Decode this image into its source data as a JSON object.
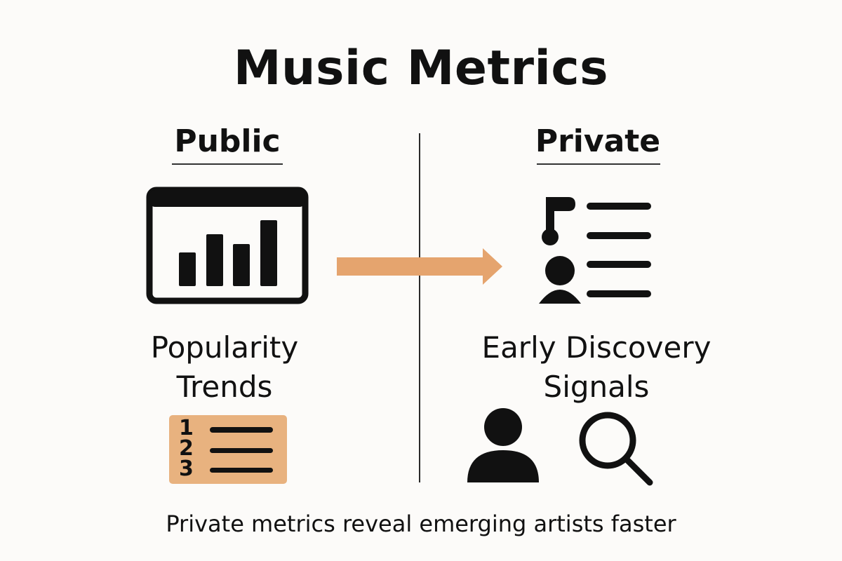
{
  "title": "Music Metrics",
  "columns": {
    "public": {
      "heading": "Public",
      "label_line1": "Popularity",
      "label_line2": "Trends",
      "main_icon": "bar-chart-window-icon",
      "sub_icon": "ranked-list-icon",
      "ranked_list": [
        "1",
        "2",
        "3"
      ]
    },
    "private": {
      "heading": "Private",
      "label_line1": "Early Discovery",
      "label_line2": "Signals",
      "main_icon": "music-listener-list-icon",
      "sub_icons": [
        "user-icon",
        "search-icon"
      ]
    }
  },
  "connector": {
    "icon": "arrow-right-icon",
    "color": "#e5a46e"
  },
  "footer": "Private metrics reveal emerging artists faster",
  "colors": {
    "accent": "#e5a46e",
    "ink": "#111111",
    "background": "#fcfbf9"
  }
}
